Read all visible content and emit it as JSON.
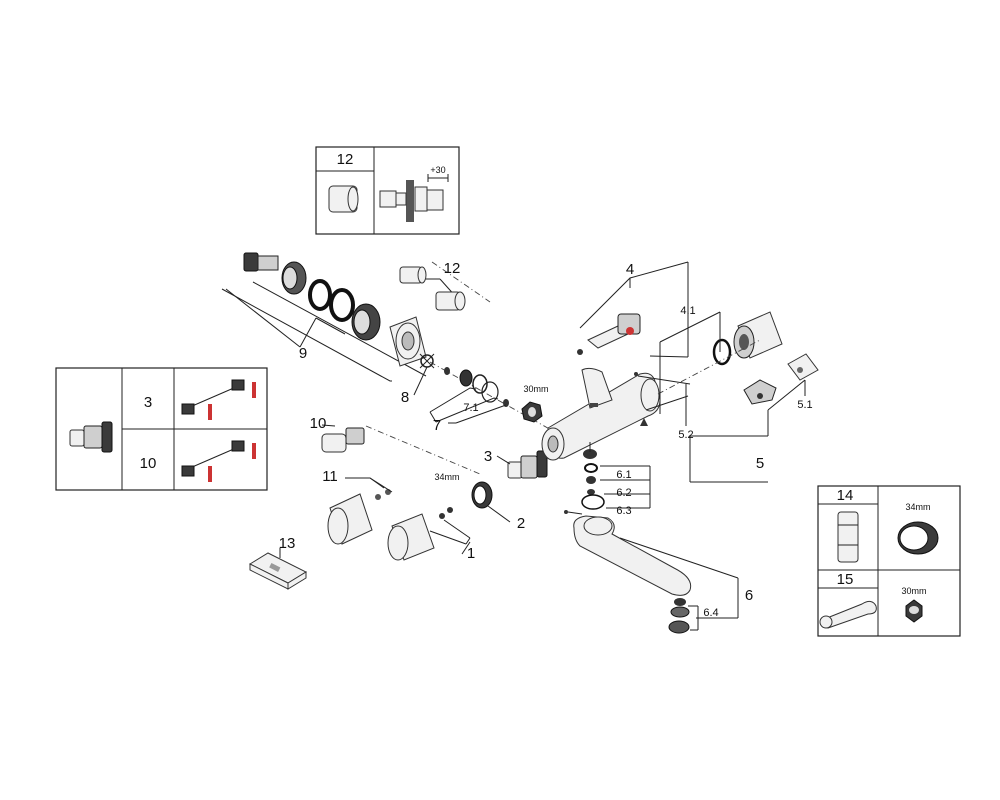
{
  "labels": {
    "p1": "1",
    "p2": "2",
    "p3": "3",
    "p4": "4",
    "p4_1": "4.1",
    "p5": "5",
    "p5_1": "5.1",
    "p5_2": "5.2",
    "p6": "6",
    "p6_1": "6.1",
    "p6_2": "6.2",
    "p6_3": "6.3",
    "p6_4": "6.4",
    "p7": "7",
    "p7_1": "7.1",
    "p8": "8",
    "p9": "9",
    "p10": "10",
    "p11": "11",
    "p12": "12",
    "p13": "13"
  },
  "dims": {
    "d30mm": "30mm",
    "d34mm": "34mm"
  },
  "box12": {
    "number": "12",
    "offset": "+30"
  },
  "box_left": {
    "row1": "3",
    "row2": "10"
  },
  "box_tools": {
    "n14": "14",
    "n15": "15",
    "d34": "34mm",
    "d30": "30mm"
  }
}
